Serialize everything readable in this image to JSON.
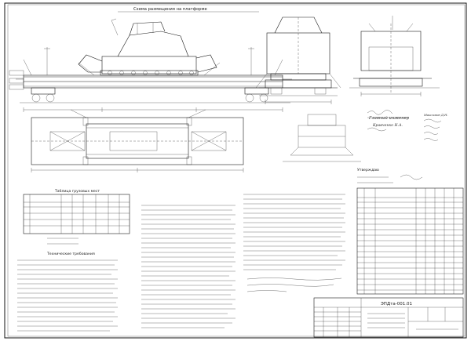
{
  "colors": {
    "ink": "#1a1a1a",
    "paper": "#ffffff",
    "stamp": "#555555"
  },
  "header": {
    "scheme_title": "Схема размещения на платформе"
  },
  "title_block": {
    "code": "ЭПДта-001.01"
  },
  "table1": {
    "caption": "Таблица грузовых мест"
  },
  "notes": {
    "caption": "Технические требования"
  },
  "approval": {
    "label": "Утверждаю"
  },
  "signatures": {
    "position": "Главный инженер",
    "name": "Кравченко Н.А."
  },
  "side_notes": {
    "right_signature": "Максимов Д.Н."
  },
  "icons": [
    "hatch-pattern",
    "signature-scribble"
  ]
}
